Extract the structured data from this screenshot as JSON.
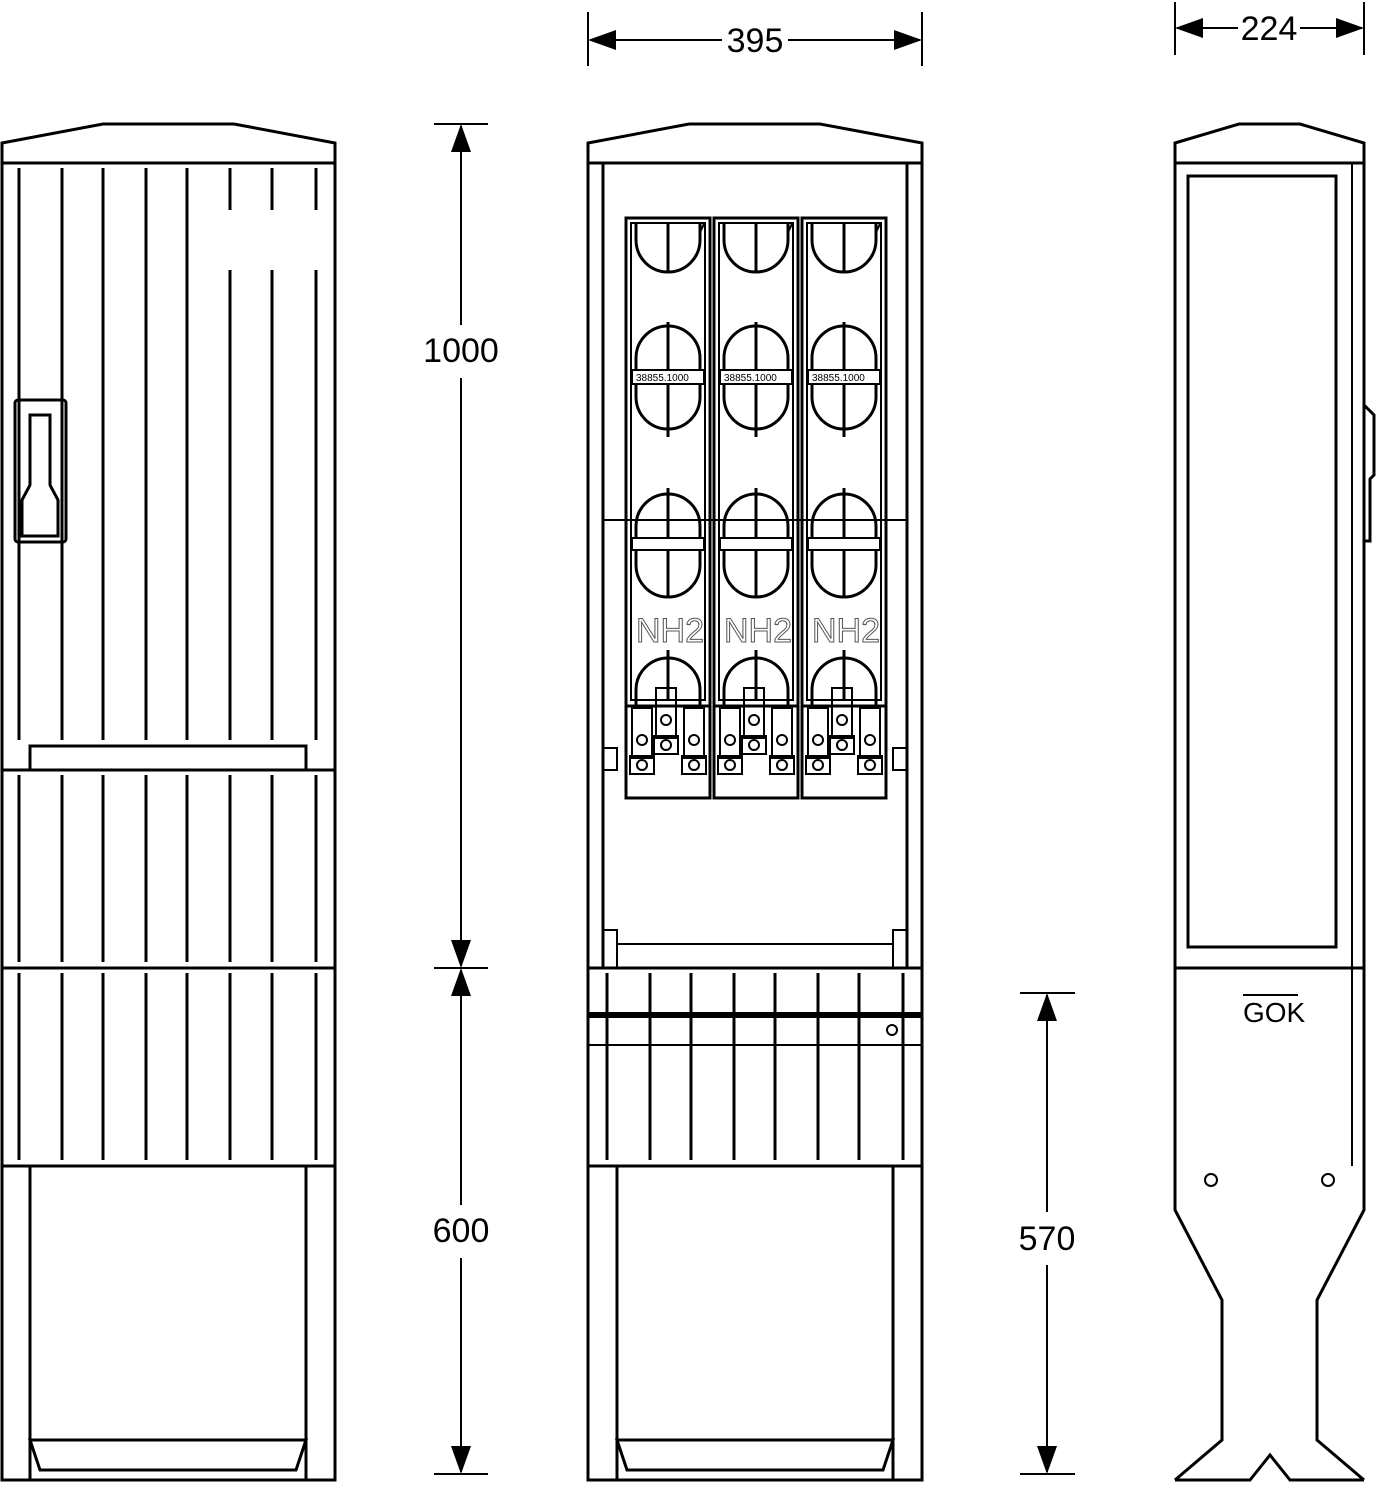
{
  "dimensions": {
    "width_front": "395",
    "depth_side": "224",
    "height_above_ground": "1000",
    "height_below_ground": "600",
    "burial_depth": "570"
  },
  "labels": {
    "ground_level": "GOK",
    "fuse_size": "NH2",
    "fuse_part_number": "38855.1000"
  },
  "fuse_units": [
    {
      "size": "NH2",
      "part": "38855.1000"
    },
    {
      "size": "NH2",
      "part": "38855.1000"
    },
    {
      "size": "NH2",
      "part": "38855.1000"
    }
  ],
  "colors": {
    "line": "#000000",
    "background": "#ffffff"
  }
}
